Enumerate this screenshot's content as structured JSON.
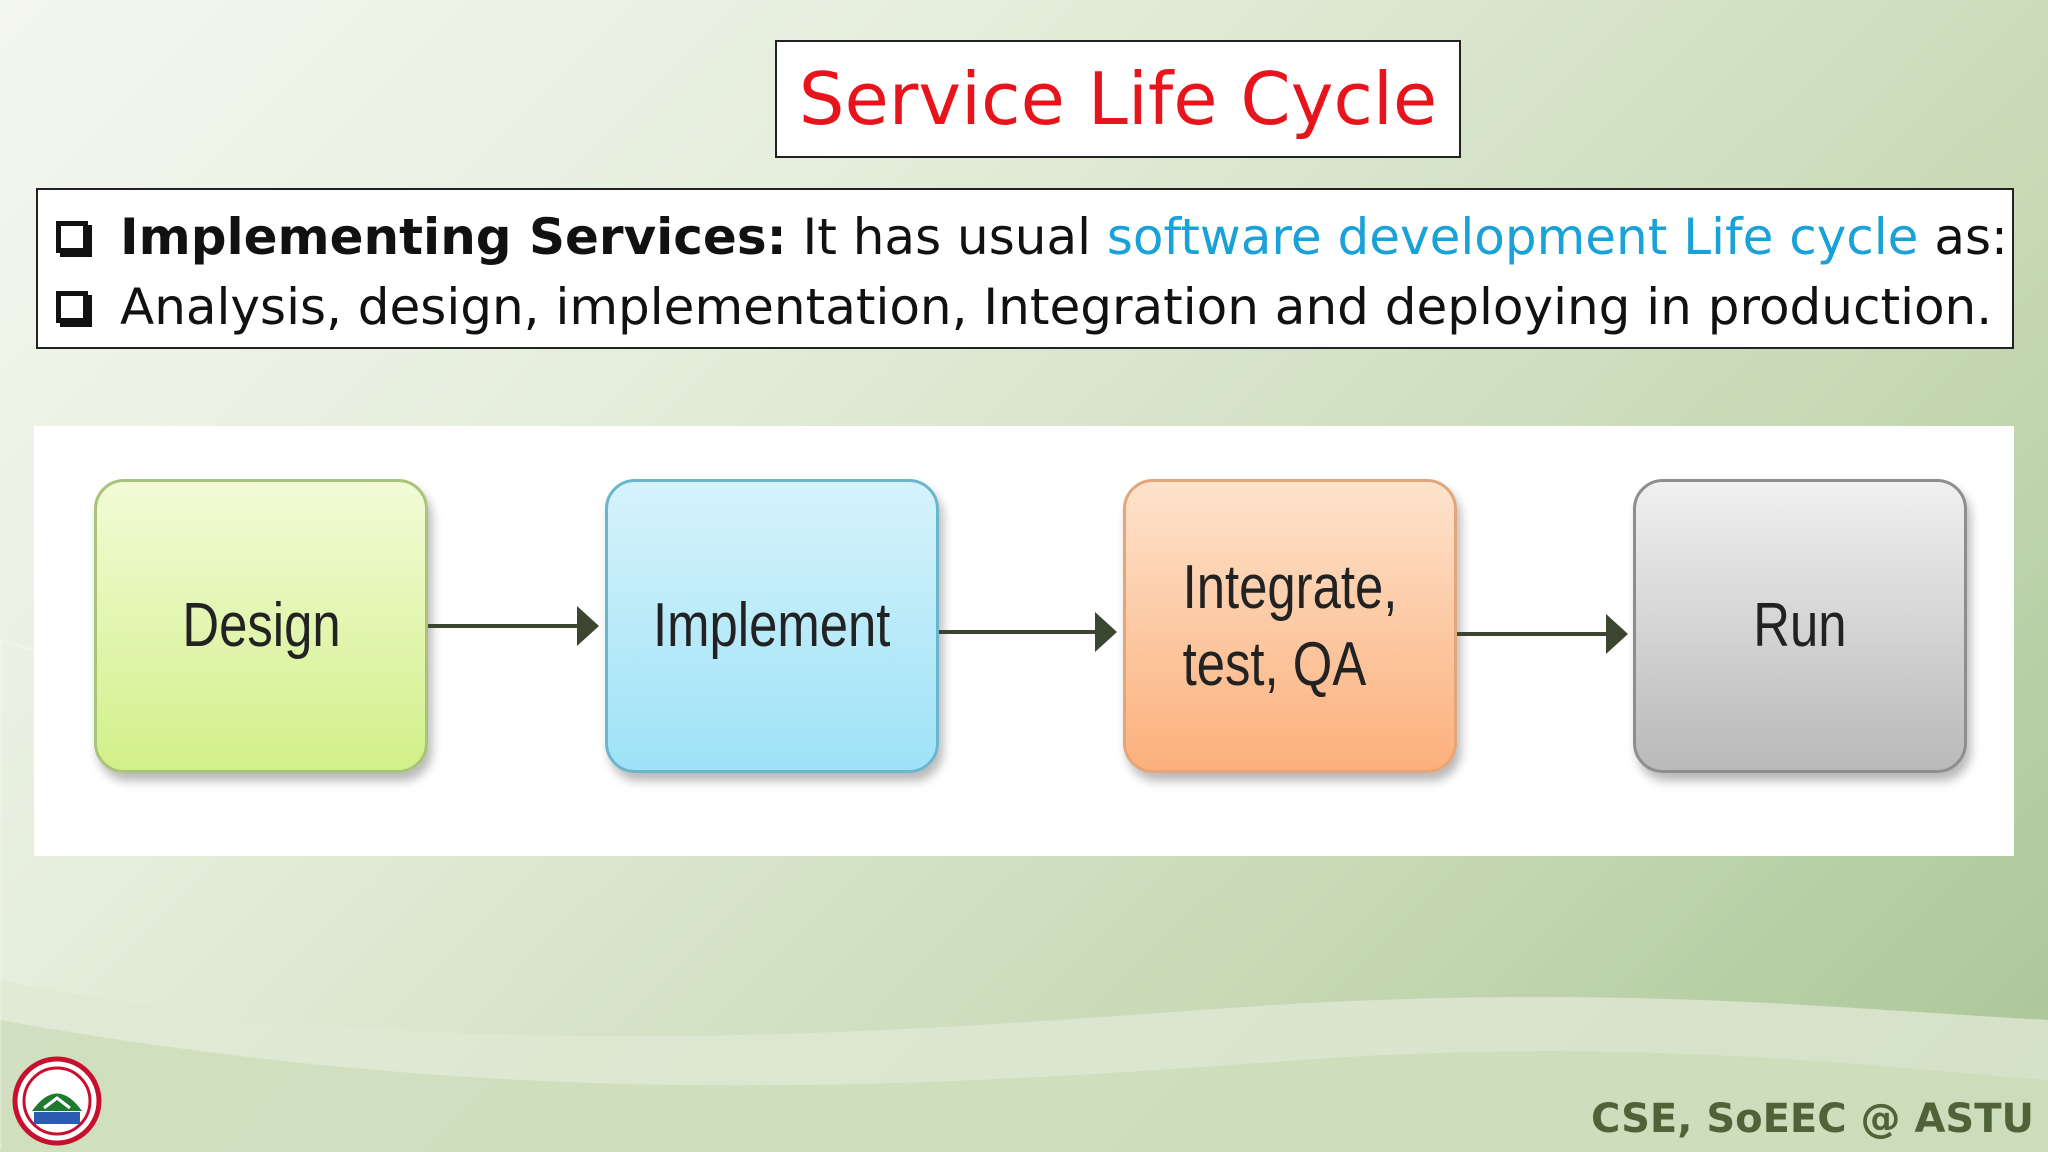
{
  "slide": {
    "title": "Service Life Cycle",
    "bullets": [
      {
        "bold": "Implementing Services:",
        "text_before_link": " It has usual ",
        "link": "software development Life cycle",
        "text_after_link": " as:"
      },
      {
        "text": "Analysis, design, implementation, Integration and deploying in production."
      }
    ],
    "diagram": {
      "stages": [
        {
          "label": "Design",
          "color": "#d2f08a"
        },
        {
          "label": "Implement",
          "color": "#9ee2f7"
        },
        {
          "label": "Integrate,\ntest, QA",
          "color": "#fcb07c"
        },
        {
          "label": "Run",
          "color": "#b9b9b9"
        }
      ]
    },
    "footer": "CSE, SoEEC @ ASTU",
    "colors": {
      "title": "#e8141b",
      "link": "#19a1d8",
      "footer": "#4f6238"
    }
  }
}
